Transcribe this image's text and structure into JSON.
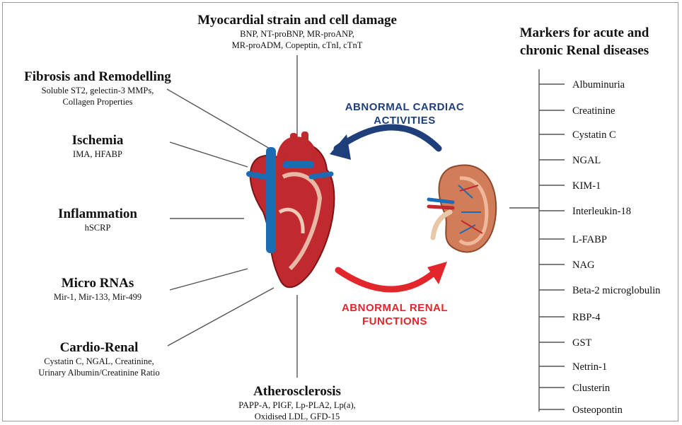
{
  "groups": {
    "myocardial": {
      "heading": "Myocardial strain and cell damage",
      "line1": "BNP, NT-proBNP, MR-proANP,",
      "line2": "MR-proADM, Copeptin, cTnI, cTnT"
    },
    "fibrosis": {
      "heading": "Fibrosis and Remodelling",
      "line1": "Soluble ST2, gelectin-3 MMPs,",
      "line2": "Collagen Properties"
    },
    "ischemia": {
      "heading": "Ischemia",
      "line1": "IMA, HFABP"
    },
    "inflammation": {
      "heading": "Inflammation",
      "line1": "hSCRP"
    },
    "micro_rnas": {
      "heading": "Micro RNAs",
      "line1": "Mir-1, Mir-133, Mir-499"
    },
    "cardio_renal": {
      "heading": "Cardio-Renal",
      "line1": "Cystatin C, NGAL, Creatinine,",
      "line2": "Urinary Albumin/Creatinine Ratio"
    },
    "atherosclerosis": {
      "heading": "Atherosclerosis",
      "line1": "PAPP-A, PIGF, Lp-PLA2, Lp(a),",
      "line2": "Oxidised LDL, GFD-15"
    }
  },
  "markers": {
    "title_line1": "Markers for acute and",
    "title_line2": "chronic Renal diseases",
    "items": [
      "Albuminuria",
      "Creatinine",
      "Cystatin C",
      "NGAL",
      "KIM-1",
      "Interleukin-18",
      "L-FABP",
      "NAG",
      "Beta-2 microglobulin",
      "RBP-4",
      "GST",
      "Netrin-1",
      "Clusterin",
      "Osteopontin"
    ]
  },
  "arrows": {
    "cardiac_line1": "ABNORMAL CARDIAC",
    "cardiac_line2": "ACTIVITIES",
    "renal_line1": "ABNORMAL RENAL",
    "renal_line2": "FUNCTIONS"
  },
  "colors": {
    "cardiac_arrow": "#1f3f7a",
    "renal_arrow": "#e3262b",
    "heart_red": "#c0292d",
    "vessel_blue": "#1c6cb3",
    "kidney": "#d27d5a",
    "line_gray": "#555555"
  }
}
